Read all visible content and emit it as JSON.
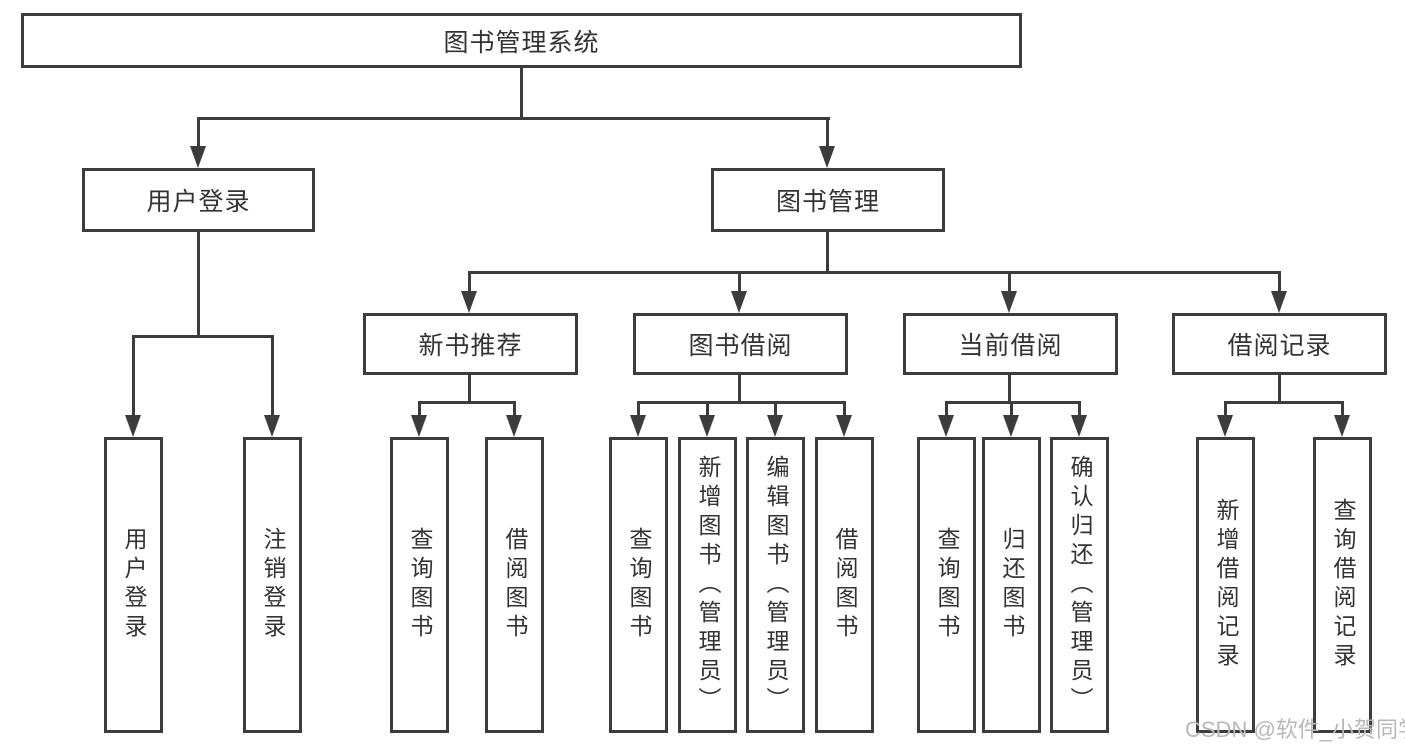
{
  "root": {
    "label": "图书管理系统"
  },
  "branches": [
    {
      "label": "用户登录",
      "children": [
        {
          "label": "用户登录"
        },
        {
          "label": "注销登录"
        }
      ]
    },
    {
      "label": "图书管理",
      "children": [
        {
          "label": "新书推荐",
          "children": [
            {
              "label": "查询图书"
            },
            {
              "label": "借阅图书"
            }
          ]
        },
        {
          "label": "图书借阅",
          "children": [
            {
              "label": "查询图书"
            },
            {
              "label": "新增图书（管理员）"
            },
            {
              "label": "编辑图书（管理员）"
            },
            {
              "label": "借阅图书"
            }
          ]
        },
        {
          "label": "当前借阅",
          "children": [
            {
              "label": "查询图书"
            },
            {
              "label": "归还图书"
            },
            {
              "label": "确认归还（管理员）"
            }
          ]
        },
        {
          "label": "借阅记录",
          "children": [
            {
              "label": "新增借阅记录"
            },
            {
              "label": "查询借阅记录"
            }
          ]
        }
      ]
    }
  ],
  "watermark": "CSDN @软件_小贺同学",
  "colors": {
    "line": "#3c3c3c",
    "text": "#333333",
    "watermark": "#b8b8b8",
    "background": "#ffffff"
  }
}
